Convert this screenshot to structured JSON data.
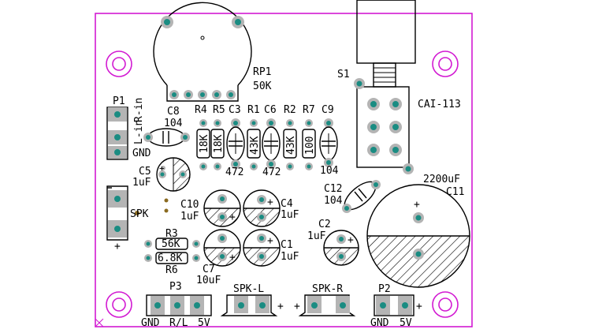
{
  "colors": {
    "outline": "#d21ad2",
    "pad": "#b4b4b4",
    "hole": "#1a8c82",
    "silk": "#000000"
  },
  "labels": {
    "rp1": "RP1",
    "rp1_val": "50K",
    "s1": "S1",
    "cai": "CAI-113",
    "p1": "P1",
    "rin": "R-in",
    "lin": "L-in",
    "gnd1": "GND",
    "c8": "C8",
    "c8_val": "104",
    "r4": "R4",
    "r5": "R5",
    "c3": "C3",
    "r1": "R1",
    "c6": "C6",
    "r2": "R2",
    "r7": "R7",
    "c9": "C9",
    "r4_val": "18K",
    "r5_val": "18K",
    "r1_val": "43K",
    "r2_val": "43K",
    "r7_val": "100",
    "c3_val": "472",
    "c6_val": "472",
    "c9_val": "104",
    "c5": "C5",
    "c5_val": "1uF",
    "spk": "SPK",
    "plus_spk": "+",
    "c10": "C10",
    "c10_val": "1uF",
    "c4": "C4",
    "c4_val": "1uF",
    "c12": "C12",
    "c12_val": "104",
    "c11_val": "2200uF",
    "c11": "C11",
    "r3": "R3",
    "r3_val": "56K",
    "r6_val": "6.8K",
    "r6": "R6",
    "c7": "C7",
    "c7_val": "10uF",
    "c1": "C1",
    "c1_val": "1uF",
    "c2": "C2",
    "c2_val": "1uF",
    "p3": "P3",
    "gnd3": "GND",
    "rl": "R/L",
    "v5_3": "5V",
    "spkl": "SPK-L",
    "spkr": "SPK-R",
    "p2": "P2",
    "gnd2": "GND",
    "v5_2": "5V",
    "plus": "+"
  }
}
